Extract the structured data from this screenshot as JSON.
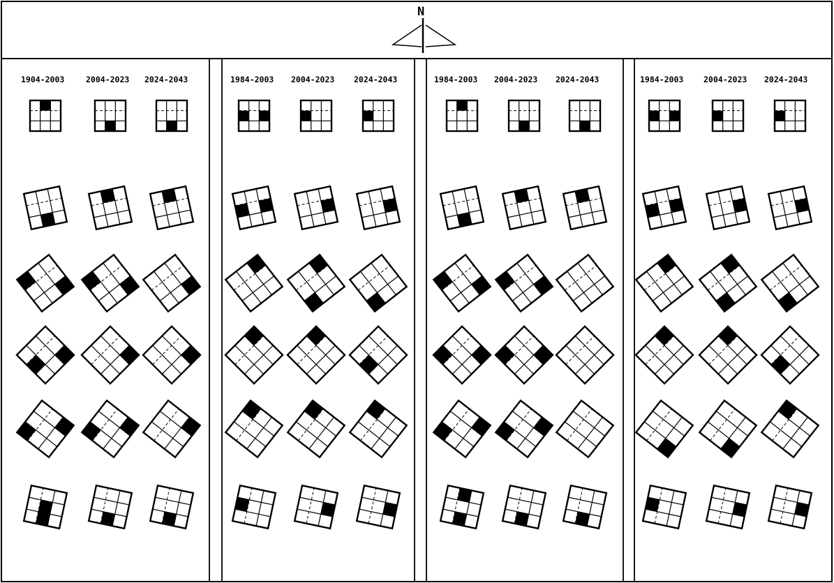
{
  "compass": {
    "label": "N"
  },
  "period_labels": [
    "1984-2003",
    "2004-2023",
    "2024-2043"
  ],
  "panels": [
    {
      "periods": [
        "1904-2003",
        "2004-2023",
        "2024-2043"
      ],
      "rows": [
        [
          [
            1
          ],
          [
            7
          ],
          [
            7
          ]
        ],
        [
          [
            7
          ],
          [
            1
          ],
          [
            1
          ]
        ],
        [
          [
            0,
            8
          ],
          [
            0,
            8
          ],
          [
            8
          ]
        ],
        [
          [
            3,
            8
          ],
          [
            8
          ],
          [
            8
          ]
        ],
        [
          [
            0,
            8
          ],
          [
            0,
            8
          ],
          [
            8
          ]
        ],
        [
          [
            3,
            4
          ],
          [
            3
          ],
          [
            3
          ]
        ]
      ]
    },
    {
      "periods": [
        "1984-2003",
        "2004-2023",
        "2024-2043"
      ],
      "rows": [
        [
          [
            3,
            5
          ],
          [
            3
          ],
          [
            3
          ]
        ],
        [
          [
            3,
            5
          ],
          [
            5
          ],
          [
            5
          ]
        ],
        [
          [
            2
          ],
          [
            2,
            6
          ],
          [
            6
          ]
        ],
        [
          [
            2
          ],
          [
            2
          ],
          [
            3
          ]
        ],
        [
          [
            2
          ],
          [
            2
          ],
          [
            2
          ]
        ],
        [
          [
            1
          ],
          [
            7
          ],
          [
            7
          ]
        ]
      ]
    },
    {
      "periods": [
        "1984-2003",
        "2004-2023",
        "2024-2043"
      ],
      "rows": [
        [
          [
            1
          ],
          [
            7
          ],
          [
            7
          ]
        ],
        [
          [
            7
          ],
          [
            1
          ],
          [
            1
          ]
        ],
        [
          [
            0,
            8
          ],
          [
            0,
            8
          ],
          []
        ],
        [
          [
            0,
            8
          ],
          [
            0,
            8
          ],
          []
        ],
        [
          [
            0,
            8
          ],
          [
            0,
            8
          ],
          []
        ],
        [
          [
            3,
            5
          ],
          [
            3
          ],
          [
            3
          ]
        ]
      ]
    },
    {
      "periods": [
        "1984-2003",
        "2004-2023",
        "2024-2043"
      ],
      "rows": [
        [
          [
            3,
            5
          ],
          [
            3
          ],
          [
            3
          ]
        ],
        [
          [
            3,
            5
          ],
          [
            5
          ],
          [
            5
          ]
        ],
        [
          [
            2
          ],
          [
            2,
            6
          ],
          [
            6
          ]
        ],
        [
          [
            2
          ],
          [
            2
          ],
          [
            3
          ]
        ],
        [
          [
            6
          ],
          [
            6
          ],
          [
            2
          ]
        ],
        [
          [
            1
          ],
          [
            7
          ],
          [
            7
          ]
        ]
      ]
    }
  ]
}
